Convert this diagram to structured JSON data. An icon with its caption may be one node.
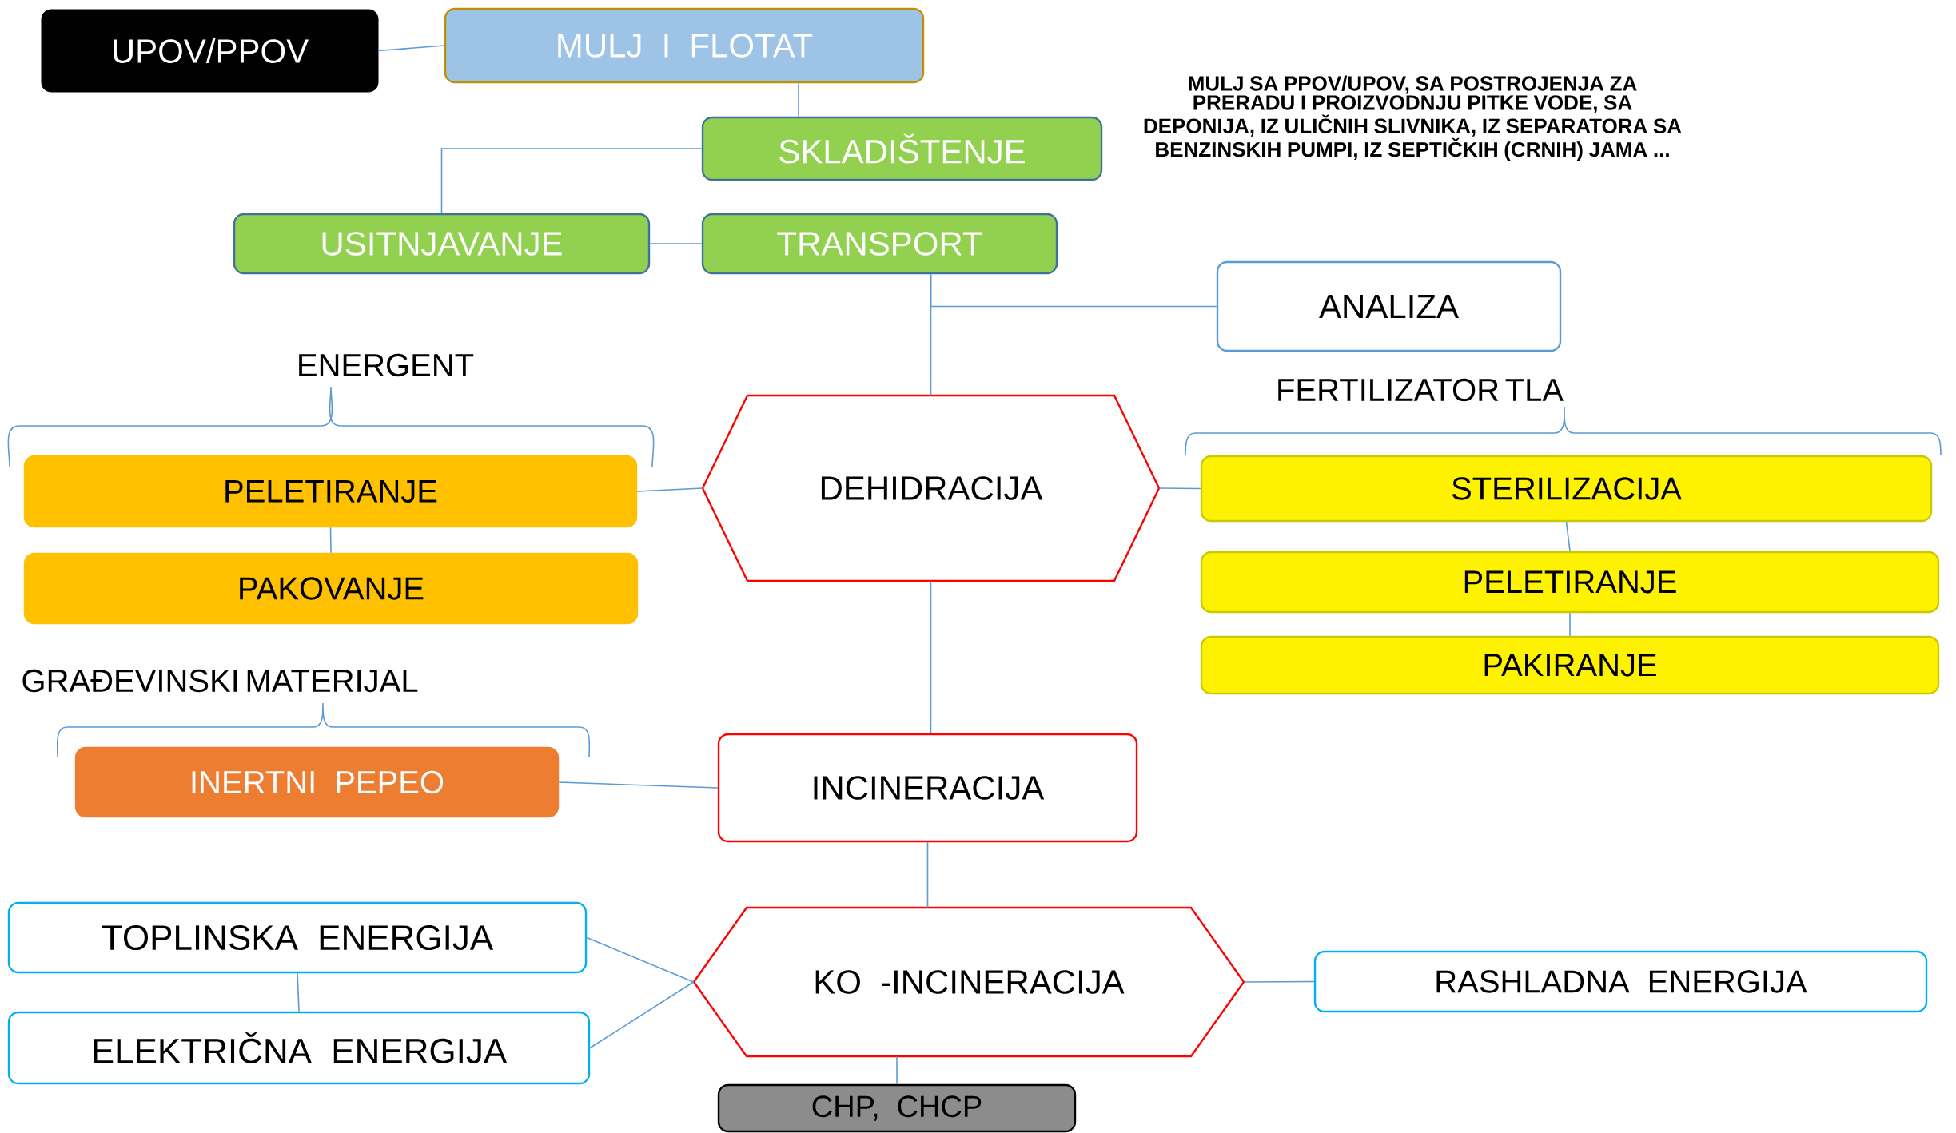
{
  "diagram": {
    "nodes": [
      {
        "text": [
          "UPOV/PPOV"
        ]
      },
      {
        "text": [
          "MULJ  I  FLOTAT"
        ]
      },
      {
        "text": [
          "SKLADIŠTENJE"
        ]
      },
      {
        "text": [
          "USITNJAVANJE"
        ]
      },
      {
        "text": [
          "TRANSPORT"
        ]
      },
      {
        "text": [
          "ANALIZA"
        ]
      },
      {
        "text": [
          "DEHIDRACIJA"
        ]
      },
      {
        "text": [
          "PELETIRANJE"
        ]
      },
      {
        "text": [
          "PAKOVANJE"
        ]
      },
      {
        "text": [
          "STERILIZACIJA"
        ]
      },
      {
        "text": [
          "PELETIRANJE"
        ]
      },
      {
        "text": [
          "PAKIRANJE"
        ]
      },
      {
        "text": [
          "INERTNI PEPEO"
        ]
      },
      {
        "text": [
          "INCINERACIJA"
        ]
      },
      {
        "text": [
          "TOPLINSKA ENERGIJA"
        ]
      },
      {
        "text": [
          "ELEKTRIČNA ENERGIJA"
        ]
      },
      {
        "text": [
          "KO -INCINERACIJA"
        ]
      },
      {
        "text": [
          "RASHLADNA ENERGIJA"
        ]
      },
      {
        "text": [
          "CHP, CHCP"
        ]
      }
    ],
    "edges": [
      {
        "from": 0,
        "to": 1,
        "arrow": "none"
      },
      {
        "from": 1,
        "to": 2,
        "arrow": "none"
      },
      {
        "from": 2,
        "to": 3,
        "arrow": "none"
      },
      {
        "from": 3,
        "to": 4,
        "arrow": "none"
      },
      {
        "from": 4,
        "to": 5,
        "arrow": "none"
      },
      {
        "from": 4,
        "to": 6,
        "arrow": "none"
      },
      {
        "from": 6,
        "to": 7,
        "arrow": "none"
      },
      {
        "from": 7,
        "to": 8,
        "arrow": "none"
      },
      {
        "from": 6,
        "to": 9,
        "arrow": "none"
      },
      {
        "from": 9,
        "to": 10,
        "arrow": "none"
      },
      {
        "from": 10,
        "to": 11,
        "arrow": "none"
      },
      {
        "from": 6,
        "to": 13,
        "arrow": "none"
      },
      {
        "from": 13,
        "to": 12,
        "arrow": "none"
      },
      {
        "from": 13,
        "to": 16,
        "arrow": "none"
      },
      {
        "from": 16,
        "to": 14,
        "arrow": "none"
      },
      {
        "from": 16,
        "to": 15,
        "arrow": "none"
      },
      {
        "from": 14,
        "to": 15,
        "arrow": "none"
      },
      {
        "from": 16,
        "to": 17,
        "arrow": "none"
      },
      {
        "from": 16,
        "to": 18,
        "arrow": "none"
      }
    ],
    "labels": [
      "MULJ SA PPOV/UPOV, SA POSTROJENJA ZA PRERADU I PROIZVODNJU PITKE VODE, SA DEPONIJA, IZ ULIČNIH SLIVNIKA, IZ SEPARATORA  SA BENZINSKIH PUMPI, IZ SEPTIČKIH (CRNIH) JAMA ...",
      "ENERGENT",
      "FERTILIZATOR TLA",
      "GRAĐEVINSKI MATERIJAL"
    ]
  }
}
